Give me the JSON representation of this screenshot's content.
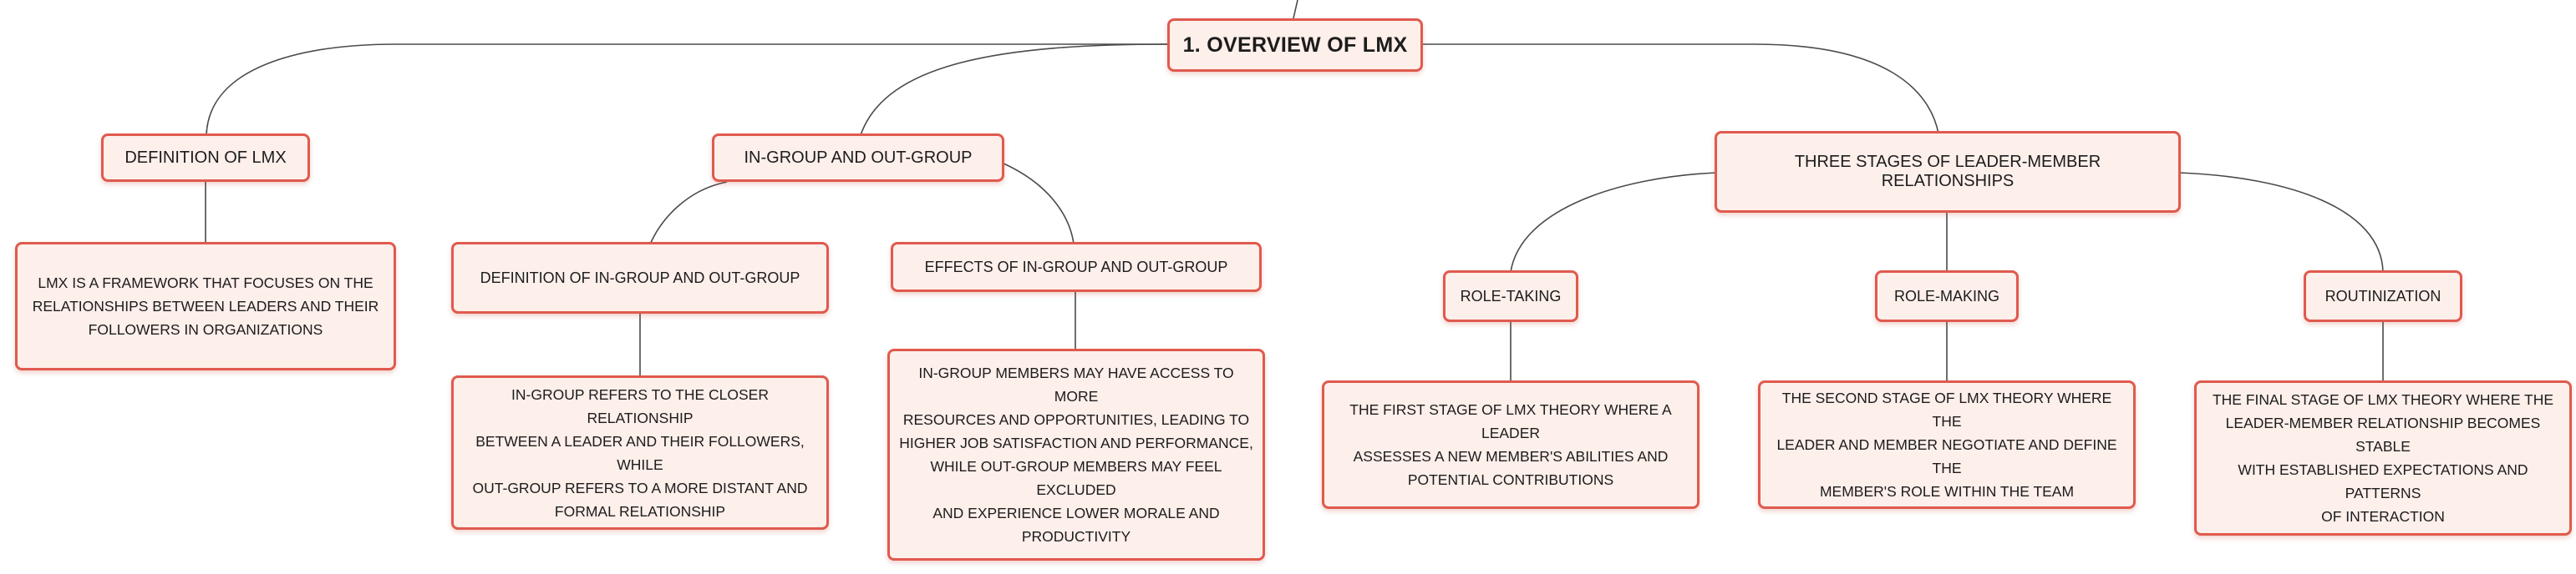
{
  "root": {
    "label": "1. OVERVIEW OF LMX"
  },
  "branches": {
    "definition": {
      "label": "DEFINITION OF LMX",
      "detail": "LMX IS A FRAMEWORK THAT FOCUSES ON THE\nRELATIONSHIPS BETWEEN LEADERS AND THEIR\nFOLLOWERS IN ORGANIZATIONS"
    },
    "in_out_group": {
      "label": "IN-GROUP AND OUT-GROUP",
      "children": {
        "definition": {
          "label": "DEFINITION OF IN-GROUP AND OUT-GROUP",
          "detail": "IN-GROUP REFERS TO THE CLOSER RELATIONSHIP\nBETWEEN A LEADER AND THEIR FOLLOWERS, WHILE\nOUT-GROUP REFERS TO A MORE DISTANT AND\nFORMAL RELATIONSHIP"
        },
        "effects": {
          "label": "EFFECTS OF IN-GROUP AND OUT-GROUP",
          "detail": "IN-GROUP MEMBERS MAY HAVE ACCESS TO MORE\nRESOURCES AND OPPORTUNITIES, LEADING TO\nHIGHER JOB SATISFACTION AND PERFORMANCE,\nWHILE OUT-GROUP MEMBERS MAY FEEL EXCLUDED\nAND EXPERIENCE LOWER MORALE AND\nPRODUCTIVITY"
        }
      }
    },
    "three_stages": {
      "label": "THREE STAGES OF LEADER-MEMBER RELATIONSHIPS",
      "children": {
        "role_taking": {
          "label": "ROLE-TAKING",
          "detail": "THE FIRST STAGE OF LMX THEORY WHERE A LEADER\nASSESSES A NEW MEMBER'S ABILITIES AND\nPOTENTIAL CONTRIBUTIONS"
        },
        "role_making": {
          "label": "ROLE-MAKING",
          "detail": "THE SECOND STAGE OF LMX THEORY WHERE THE\nLEADER AND MEMBER NEGOTIATE AND DEFINE THE\nMEMBER'S ROLE WITHIN THE TEAM"
        },
        "routinization": {
          "label": "ROUTINIZATION",
          "detail": "THE FINAL STAGE OF LMX THEORY WHERE THE\nLEADER-MEMBER RELATIONSHIP BECOMES STABLE\nWITH ESTABLISHED EXPECTATIONS AND PATTERNS\nOF INTERACTION"
        }
      }
    }
  },
  "colors": {
    "node_border": "#e05a4e",
    "node_fill": "#fdefea",
    "connector": "#4a4a4a",
    "text": "#1c1c1c"
  }
}
